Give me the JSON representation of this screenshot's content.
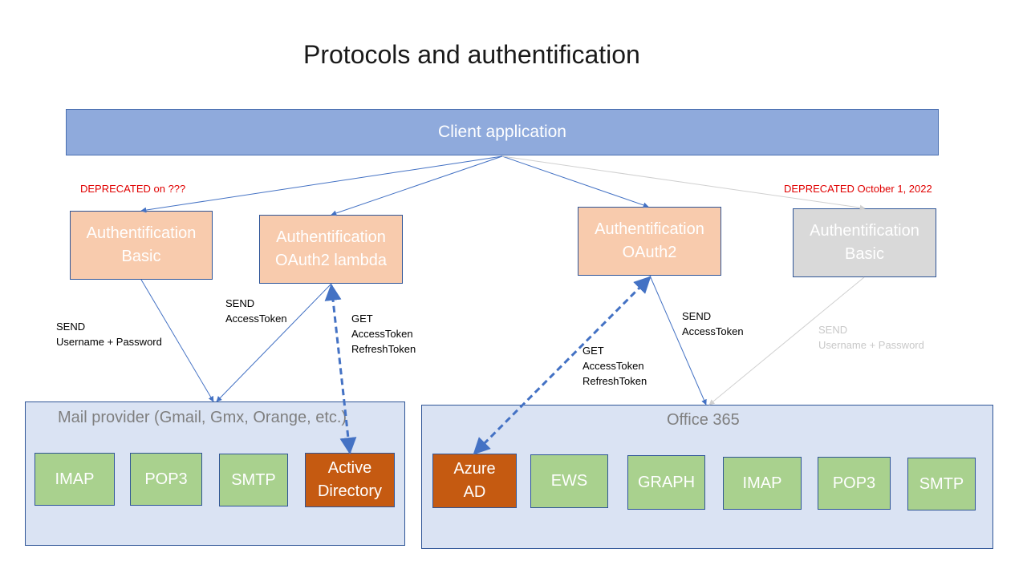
{
  "title": "Protocols and authentification",
  "client": {
    "label": "Client application"
  },
  "deprecated": {
    "left": "DEPRECATED on ???",
    "right": "DEPRECATED October 1, 2022"
  },
  "auth_boxes": {
    "basic_left": {
      "line1": "Authentification",
      "line2": "Basic"
    },
    "oauth2_lambda": {
      "line1": "Authentification",
      "line2": "OAuth2 lambda"
    },
    "oauth2": {
      "line1": "Authentification",
      "line2": "OAuth2"
    },
    "basic_right": {
      "line1": "Authentification",
      "line2": "Basic"
    }
  },
  "notes": {
    "send_user_pass_left": {
      "line1": "SEND",
      "line2": "Username + Password"
    },
    "send_token_lambda": {
      "line1": "SEND",
      "line2": "AccessToken"
    },
    "get_tokens_lambda": {
      "line1": "GET",
      "line2": "AccessToken",
      "line3": "RefreshToken"
    },
    "get_tokens_oauth2": {
      "line1": "GET",
      "line2": "AccessToken",
      "line3": "RefreshToken"
    },
    "send_token_oauth2": {
      "line1": "SEND",
      "line2": "AccessToken"
    },
    "send_user_pass_right": {
      "line1": "SEND",
      "line2": "Username + Password"
    }
  },
  "mail_provider": {
    "label": "Mail provider (Gmail, Gmx, Orange, etc.)",
    "items": [
      "IMAP",
      "POP3",
      "SMTP"
    ],
    "directory": {
      "line1": "Active",
      "line2": "Directory"
    }
  },
  "office365": {
    "label": "Office 365",
    "directory": {
      "line1": "Azure",
      "line2": "AD"
    },
    "items": [
      "EWS",
      "GRAPH",
      "IMAP",
      "POP3",
      "SMTP"
    ]
  },
  "colors": {
    "client": "#8faadc",
    "auth": "#f8cbad",
    "auth_deprecated": "#d9d9d9",
    "group": "#dae3f3",
    "protocol": "#a9d18e",
    "directory": "#c55a11",
    "line": "#4472c4",
    "deprecated_text": "#e00000"
  }
}
